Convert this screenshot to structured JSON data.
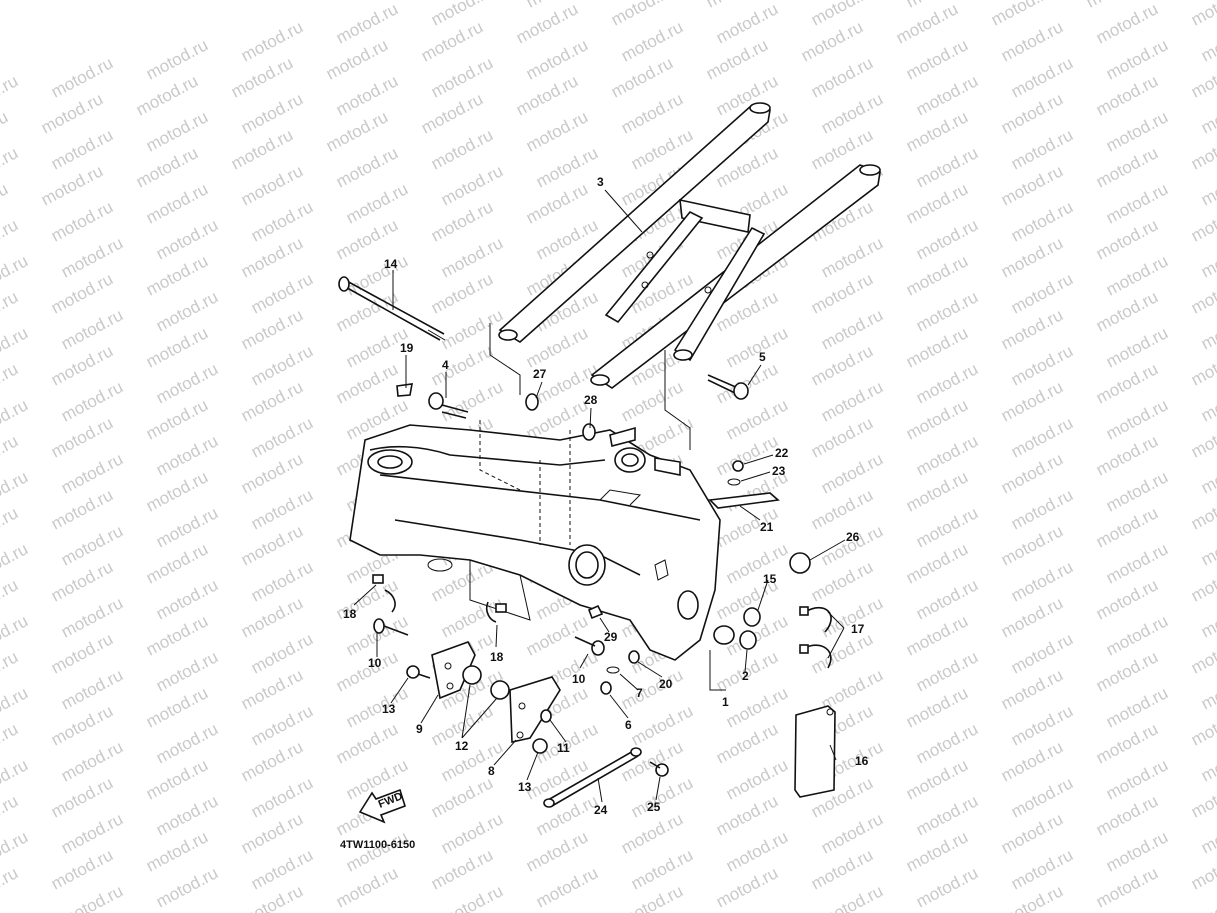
{
  "watermark": "motod.ru",
  "diagram_code": "4TW1100-6150",
  "fwd_label": "FWD",
  "callouts": [
    {
      "id": "c1",
      "label": "1"
    },
    {
      "id": "c2",
      "label": "2"
    },
    {
      "id": "c3",
      "label": "3"
    },
    {
      "id": "c4",
      "label": "4"
    },
    {
      "id": "c5",
      "label": "5"
    },
    {
      "id": "c6",
      "label": "6"
    },
    {
      "id": "c7",
      "label": "7"
    },
    {
      "id": "c8",
      "label": "8"
    },
    {
      "id": "c9",
      "label": "9"
    },
    {
      "id": "c10a",
      "label": "10"
    },
    {
      "id": "c10b",
      "label": "10"
    },
    {
      "id": "c11",
      "label": "11"
    },
    {
      "id": "c12",
      "label": "12"
    },
    {
      "id": "c13a",
      "label": "13"
    },
    {
      "id": "c13b",
      "label": "13"
    },
    {
      "id": "c14",
      "label": "14"
    },
    {
      "id": "c15",
      "label": "15"
    },
    {
      "id": "c16",
      "label": "16"
    },
    {
      "id": "c17",
      "label": "17"
    },
    {
      "id": "c18a",
      "label": "18"
    },
    {
      "id": "c18b",
      "label": "18"
    },
    {
      "id": "c19",
      "label": "19"
    },
    {
      "id": "c20",
      "label": "20"
    },
    {
      "id": "c21",
      "label": "21"
    },
    {
      "id": "c22",
      "label": "22"
    },
    {
      "id": "c23",
      "label": "23"
    },
    {
      "id": "c24",
      "label": "24"
    },
    {
      "id": "c25",
      "label": "25"
    },
    {
      "id": "c26",
      "label": "26"
    },
    {
      "id": "c27",
      "label": "27"
    },
    {
      "id": "c28",
      "label": "28"
    },
    {
      "id": "c29",
      "label": "29"
    }
  ]
}
